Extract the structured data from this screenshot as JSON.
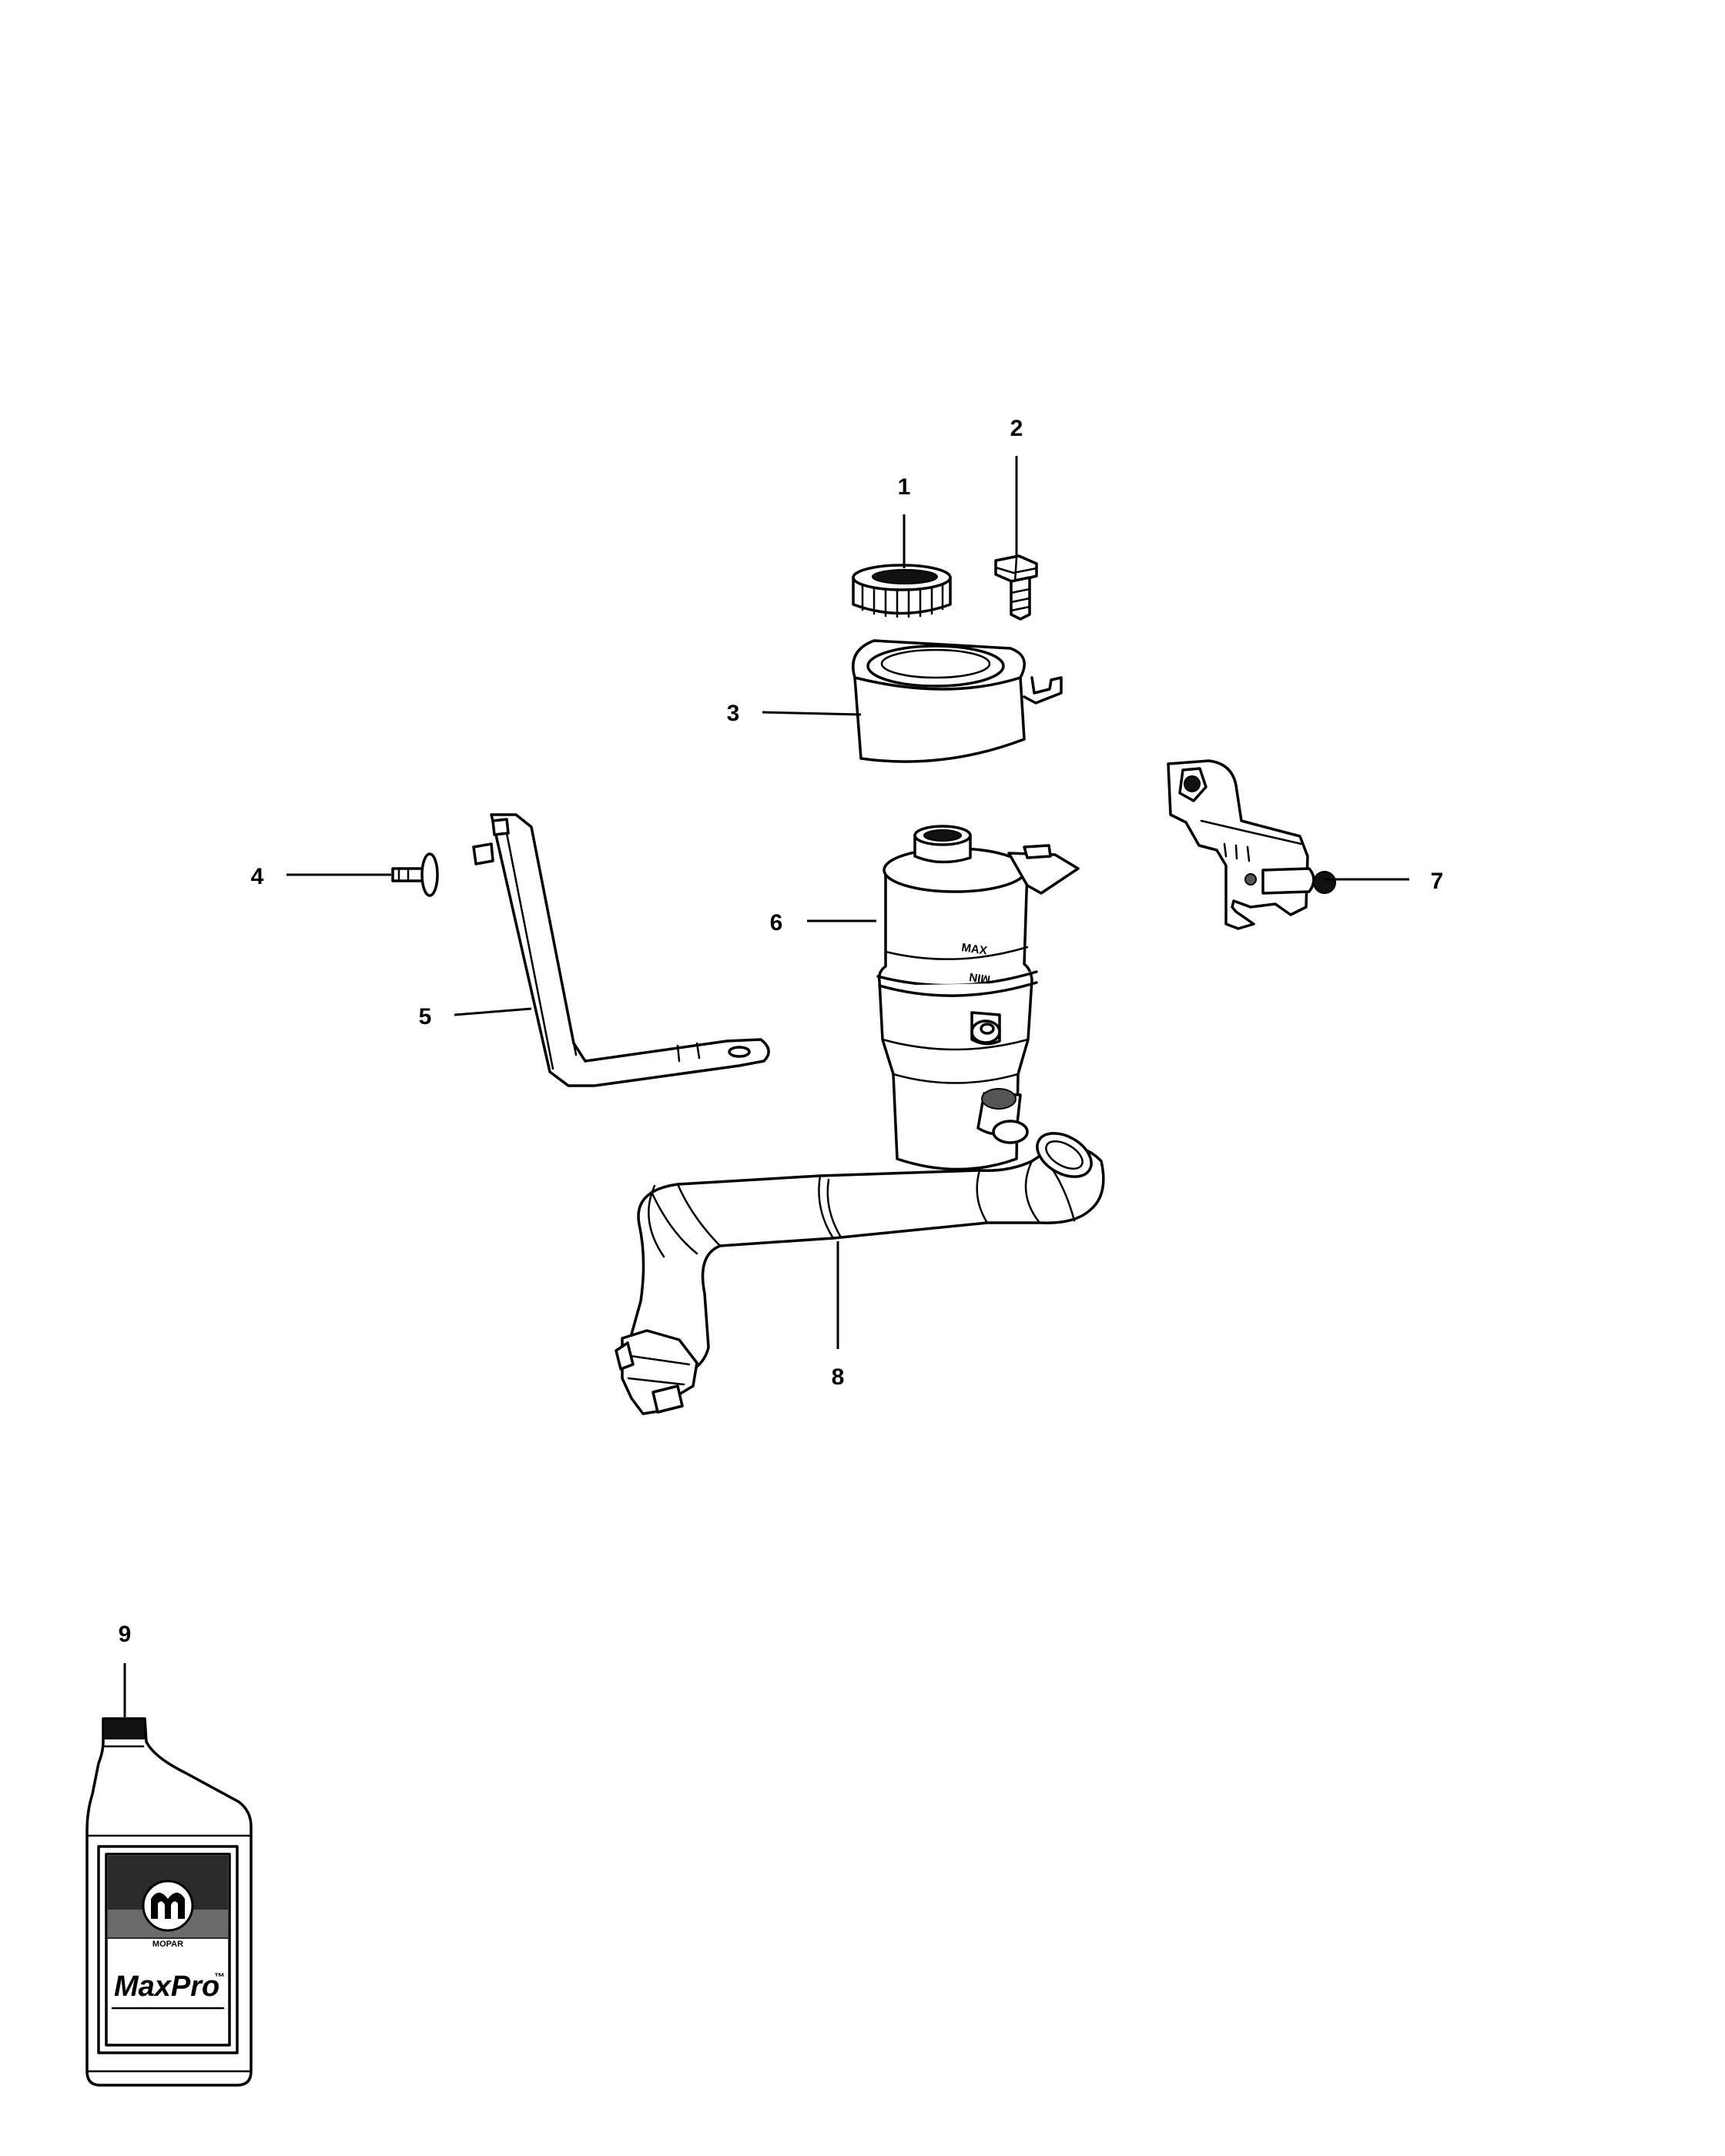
{
  "callouts": [
    {
      "id": "1",
      "label": "1"
    },
    {
      "id": "2",
      "label": "2"
    },
    {
      "id": "3",
      "label": "3"
    },
    {
      "id": "4",
      "label": "4"
    },
    {
      "id": "5",
      "label": "5"
    },
    {
      "id": "6",
      "label": "6"
    },
    {
      "id": "7",
      "label": "7"
    },
    {
      "id": "8",
      "label": "8"
    },
    {
      "id": "9",
      "label": "9"
    }
  ],
  "reservoir_marks": {
    "max": "MAX",
    "min": "MIN"
  },
  "bottle_label": {
    "brand": "MOPAR",
    "product": "MaxPro",
    "trademark": "™"
  }
}
